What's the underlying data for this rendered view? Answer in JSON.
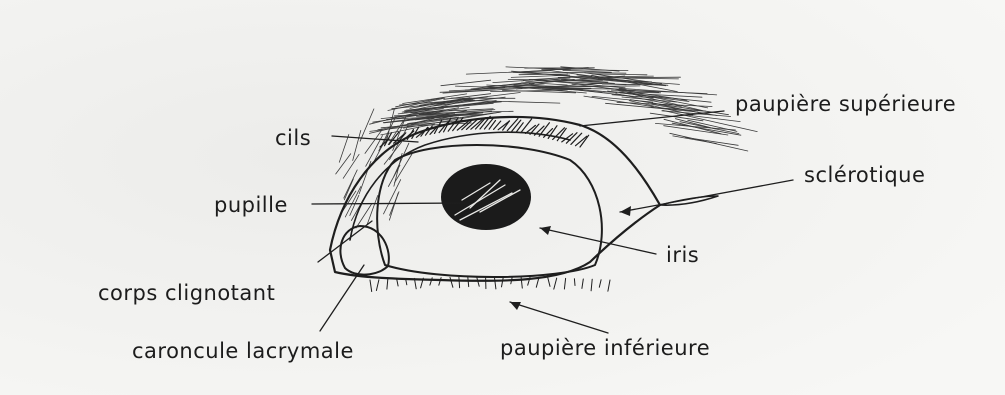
{
  "diagram": {
    "labels": {
      "cils": "cils",
      "pupille": "pupille",
      "corps_clignotant": "corps clignotant",
      "caroncule_lacrymale": "caroncule lacrymale",
      "paupiere_superieure": "paupière supérieure",
      "sclerotique": "sclérotique",
      "iris": "iris",
      "paupiere_inferieure": "paupière inférieure"
    }
  }
}
